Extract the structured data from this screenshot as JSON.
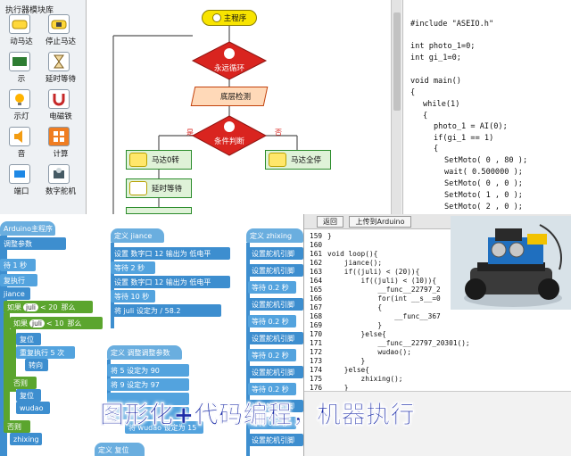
{
  "palette": {
    "title": "执行器模块库",
    "items": [
      {
        "label": "动马达",
        "icon": "motor-start-icon"
      },
      {
        "label": "停止马达",
        "icon": "motor-stop-icon"
      },
      {
        "label": "示",
        "icon": "display-icon"
      },
      {
        "label": "延时等待",
        "icon": "hourglass-icon"
      },
      {
        "label": "示灯",
        "icon": "lamp-icon"
      },
      {
        "label": "电磁铁",
        "icon": "magnet-icon"
      },
      {
        "label": "音",
        "icon": "speaker-icon"
      },
      {
        "label": "计算",
        "icon": "calculator-icon"
      },
      {
        "label": "端口",
        "icon": "port-icon"
      },
      {
        "label": "数字舵机",
        "icon": "servo-icon"
      }
    ]
  },
  "flowchart": {
    "start": "主程序",
    "loop": "永远循环",
    "detect": "底层检测",
    "condition": "条件判断",
    "yes": "是",
    "no": "否",
    "left_action": "马达0转",
    "wait": "延时等待",
    "right_action": "马达全停"
  },
  "code_top": [
    "#include \"ASEIO.h\"",
    "int photo_1=0;",
    "int gi_1=0;",
    "void main()",
    "{",
    "while(1)",
    "{",
    "photo_1 = AI(0);",
    "if(gi_1 == 1)",
    "{",
    "SetMoto( 0 , 80 );",
    "wait( 0.500000 );",
    "SetMoto( 0 , 0 );",
    "SetMoto( 1 , 0 );",
    "SetMoto( 2 , 0 );"
  ],
  "blocks": {
    "main_hat": "Arduino主程序",
    "b1": "调整参数",
    "b2": "待 1 秒",
    "b3": "复执行",
    "b4": "jiance",
    "if1": "如果",
    "if1_var": "juli",
    "if1_op": "< 20",
    "if1_then": "那么",
    "if2": "如果",
    "if2_var": "juli",
    "if2_op": "< 10",
    "if2_then": "那么",
    "reset": "复位",
    "repeat": "重复执行 5 次",
    "turn": "转向",
    "else1": "否则",
    "reset2": "复位",
    "wudao": "wudao",
    "else2": "否则",
    "zhixing": "zhixing",
    "def_jiance": "定义 jiance",
    "set1": "设置 数字口 12 输出为 低电平",
    "wait2": "等待 2 秒",
    "set2": "设置 数字口 12 输出为 低电平",
    "wait10": "等待 10 秒",
    "juli_set": "将 juli 设定为 / 58.2",
    "def_param": "定义 调整调整参数",
    "v5": "将 5 设定为 90",
    "v9": "将 9 设定为 97",
    "def_zhixing": "定义 zhixing",
    "servo": "设置舵机引脚",
    "wait02": "等待 0.2 秒",
    "bottom_def": "定义 复位",
    "bottom_set": "将 wudao 设定为 15"
  },
  "code_panel": {
    "back_btn": "返回",
    "upload_btn": "上传到Arduino",
    "lines": [
      {
        "n": "159",
        "t": "}"
      },
      {
        "n": "160",
        "t": ""
      },
      {
        "n": "161",
        "t": "void loop(){"
      },
      {
        "n": "162",
        "t": "    jiance();"
      },
      {
        "n": "163",
        "t": "    if((juli) < (20)){"
      },
      {
        "n": "164",
        "t": "        if((juli) < (10)){"
      },
      {
        "n": "165",
        "t": "            __func__22797_2"
      },
      {
        "n": "166",
        "t": "            for(int __s__=0"
      },
      {
        "n": "167",
        "t": "            {"
      },
      {
        "n": "168",
        "t": "                __func__367"
      },
      {
        "n": "169",
        "t": "            }"
      },
      {
        "n": "170",
        "t": "        }else{"
      },
      {
        "n": "171",
        "t": "            __func__22797_20301();"
      },
      {
        "n": "172",
        "t": "            wudao();"
      },
      {
        "n": "173",
        "t": "        }"
      },
      {
        "n": "174",
        "t": "    }else{"
      },
      {
        "n": "175",
        "t": "        zhixing();"
      },
      {
        "n": "176",
        "t": "    }"
      }
    ]
  },
  "banner": "图形化+代码编程，机器执行",
  "colors": {
    "banner": "#1c2da8",
    "start_node": "#f8e400",
    "loop_node": "#d9241f",
    "action_node": "#dff2d8",
    "block_blue": "#3d8ecf",
    "block_green": "#5ba52e"
  }
}
